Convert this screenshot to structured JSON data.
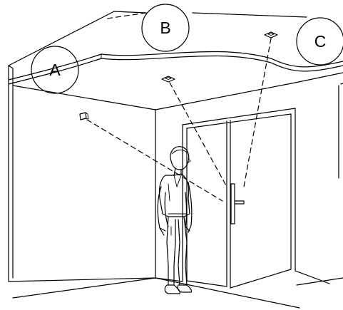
{
  "callouts": [
    {
      "id": "a",
      "label": "A"
    },
    {
      "id": "b",
      "label": "B"
    },
    {
      "id": "c",
      "label": "C"
    }
  ]
}
